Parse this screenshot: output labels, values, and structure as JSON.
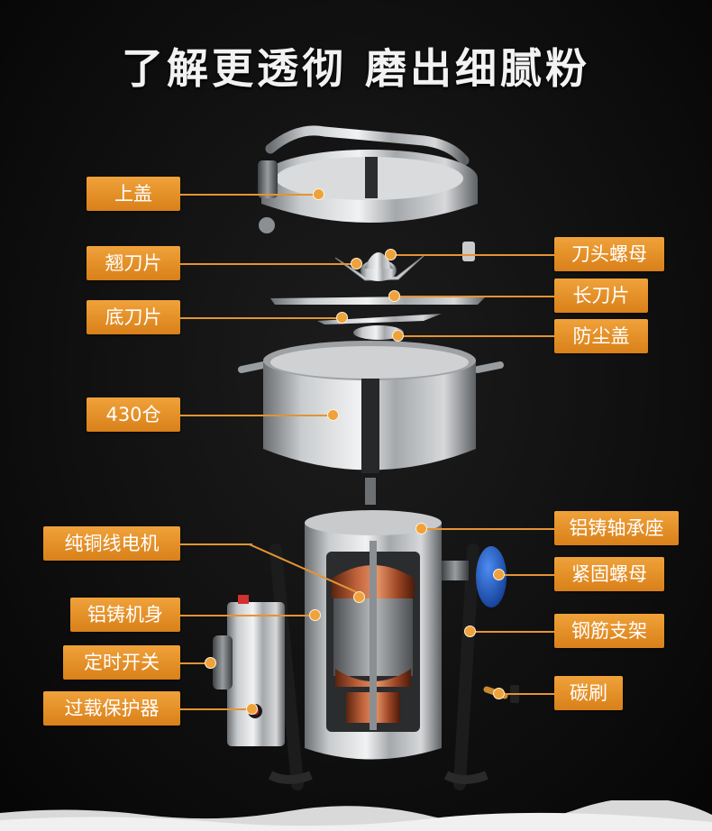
{
  "title": "了解更透彻 磨出细腻粉",
  "parts_left": [
    {
      "id": "lid",
      "label": "上盖"
    },
    {
      "id": "wing-blade",
      "label": "翘刀片"
    },
    {
      "id": "bottom-blade",
      "label": "底刀片"
    },
    {
      "id": "chamber",
      "label": "430仓"
    },
    {
      "id": "motor",
      "label": "纯铜线电机"
    },
    {
      "id": "cast-body",
      "label": "铝铸机身"
    },
    {
      "id": "timer",
      "label": "定时开关"
    },
    {
      "id": "overload",
      "label": "过载保护器"
    }
  ],
  "parts_right": [
    {
      "id": "blade-nut",
      "label": "刀头螺母"
    },
    {
      "id": "long-blade",
      "label": "长刀片"
    },
    {
      "id": "dust-cover",
      "label": "防尘盖"
    },
    {
      "id": "bearing-seat",
      "label": "铝铸轴承座"
    },
    {
      "id": "locking-nut",
      "label": "紧固螺母"
    },
    {
      "id": "rebar-stand",
      "label": "钢筋支架"
    },
    {
      "id": "carbon-brush",
      "label": "碳刷"
    }
  ],
  "colors": {
    "label_bg": "#e8922a",
    "label_text": "#ffffff",
    "background": "#101010",
    "steel": "#b9bcbf",
    "knob_blue": "#1f5fd0"
  }
}
